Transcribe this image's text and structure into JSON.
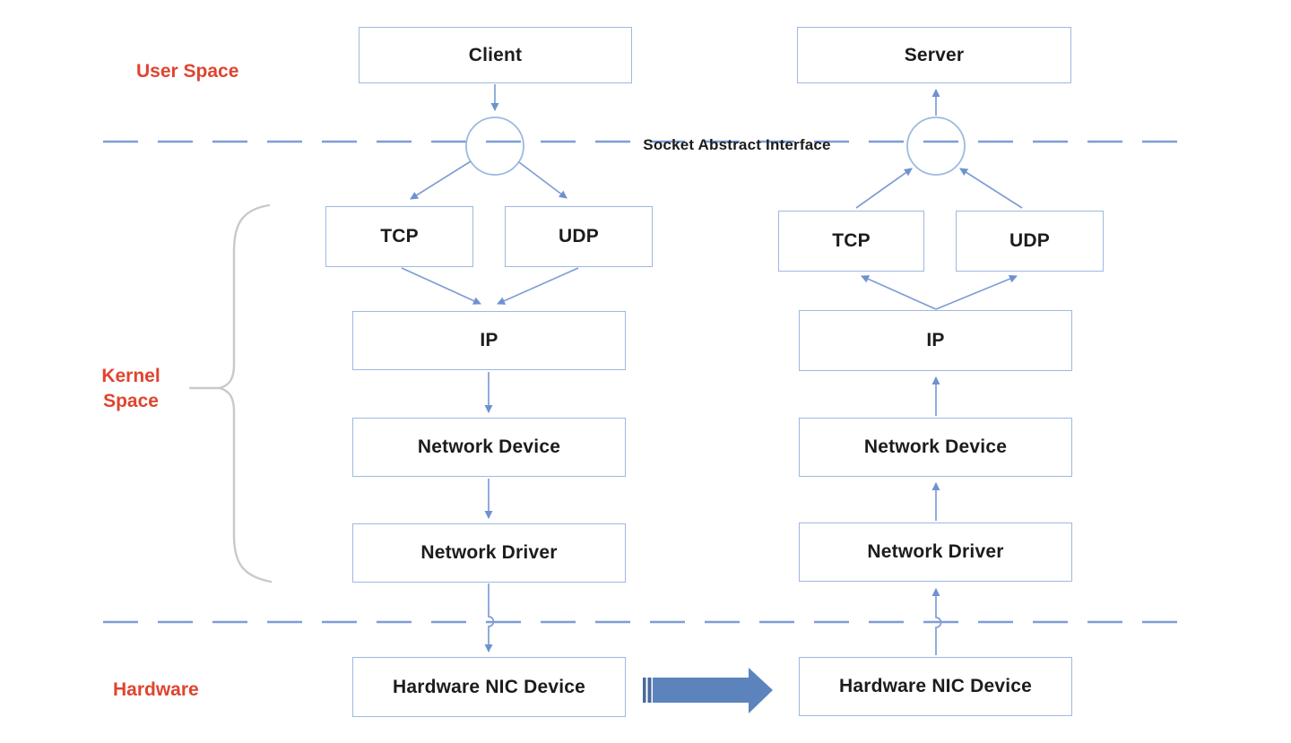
{
  "colors": {
    "box_border": "#9db9e0",
    "connector_blue": "#7f9dd6",
    "arrowhead_blue": "#6e92cf",
    "dashed_blue": "#7f9dd6",
    "label_red": "#e0442f",
    "big_arrow_blue": "#5d83bd",
    "big_arrow_stripe": "#4a6a9c",
    "brace_gray": "#c9c9c9",
    "text_black": "#1c1c1c"
  },
  "region_labels": {
    "user_space": "User Space",
    "kernel_space": "Kernel Space",
    "hardware": "Hardware"
  },
  "socket_label": "Socket Abstract Interface",
  "client_stack": {
    "app": "Client",
    "tcp": "TCP",
    "udp": "UDP",
    "ip": "IP",
    "network_device": "Network Device",
    "network_driver": "Network Driver",
    "nic": "Hardware NIC Device"
  },
  "server_stack": {
    "app": "Server",
    "tcp": "TCP",
    "udp": "UDP",
    "ip": "IP",
    "network_device": "Network Device",
    "network_driver": "Network Driver",
    "nic": "Hardware NIC Device"
  }
}
